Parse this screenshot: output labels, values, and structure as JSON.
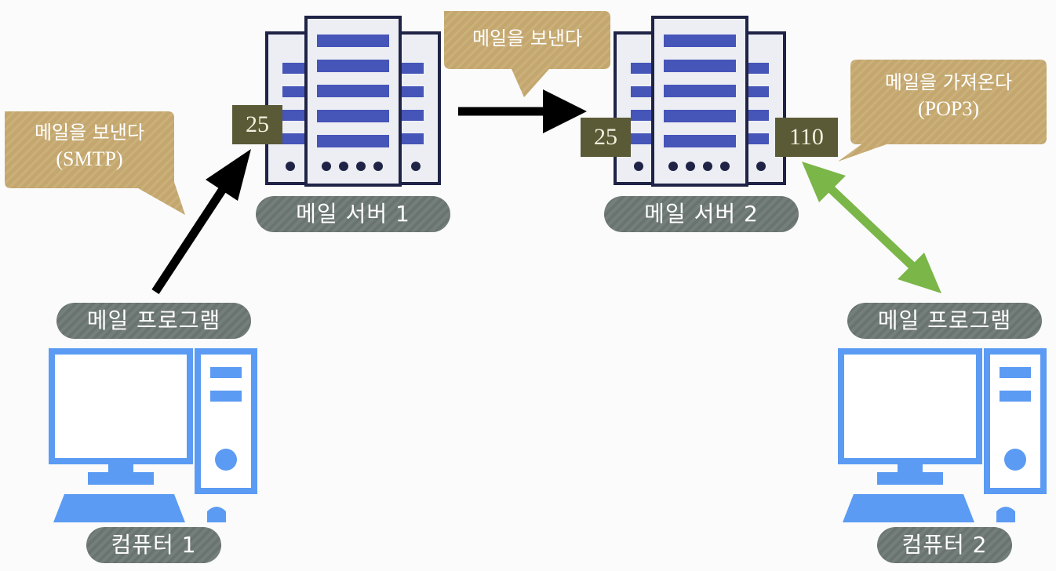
{
  "servers": [
    {
      "name": "메일 서버 1",
      "ports": [
        "25"
      ]
    },
    {
      "name": "메일 서버 2",
      "ports": [
        "25",
        "110"
      ]
    }
  ],
  "clients": [
    {
      "program_label": "메일 프로그램",
      "name": "컴퓨터 1"
    },
    {
      "program_label": "메일 프로그램",
      "name": "컴퓨터 2"
    }
  ],
  "callouts": {
    "smtp": {
      "line1": "메일을 보낸다",
      "line2": "(SMTP)"
    },
    "relay": {
      "line1": "메일을 보낸다"
    },
    "pop3": {
      "line1": "메일을 가져온다",
      "line2": "(POP3)"
    }
  },
  "colors": {
    "background": "#fbfbfb",
    "server_fill": "#eceef4",
    "server_outline": "#1f2346",
    "server_slot": "#4655b8",
    "computer": "#5b9bf3",
    "label_pill": "#6e7874",
    "port_box": "#5b5a37",
    "callout": "#c3a76f",
    "send_arrow": "#000000",
    "fetch_arrow": "#7ab648"
  }
}
